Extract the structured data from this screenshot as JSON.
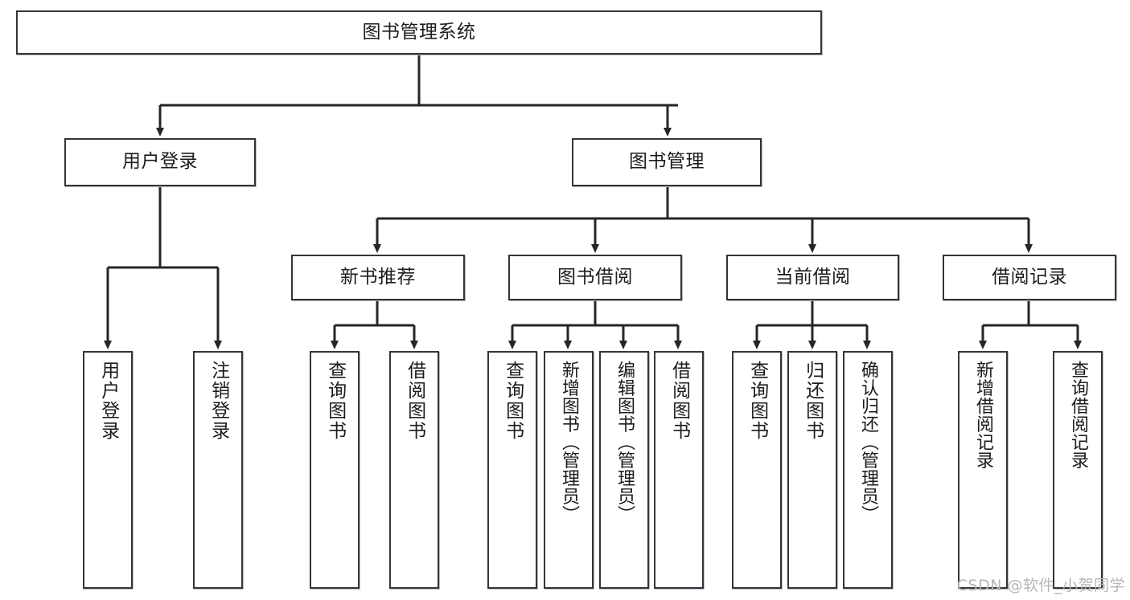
{
  "diagram": {
    "title": "图书管理系统",
    "type": "tree-hierarchy-chart",
    "root": {
      "label": "图书管理系统"
    },
    "level2": [
      {
        "label": "用户登录"
      },
      {
        "label": "图书管理"
      }
    ],
    "level3": [
      {
        "label": "新书推荐"
      },
      {
        "label": "图书借阅"
      },
      {
        "label": "当前借阅"
      },
      {
        "label": "借阅记录"
      }
    ],
    "leaves": {
      "user_login": [
        {
          "label": "用户登录"
        },
        {
          "label": "注销登录"
        }
      ],
      "new_book_recommend": [
        {
          "label": "查询图书"
        },
        {
          "label": "借阅图书"
        }
      ],
      "book_borrow": [
        {
          "label": "查询图书"
        },
        {
          "label": "新增图书（管理员）"
        },
        {
          "label": "编辑图书（管理员）"
        },
        {
          "label": "借阅图书"
        }
      ],
      "current_borrow": [
        {
          "label": "查询图书"
        },
        {
          "label": "归还图书"
        },
        {
          "label": "确认归还（管理员）"
        }
      ],
      "borrow_record": [
        {
          "label": "新增借阅记录"
        },
        {
          "label": "查询借阅记录"
        }
      ]
    }
  },
  "watermark": {
    "text": "CSDN @软件_小贺同学"
  },
  "colors": {
    "border": "#33353a",
    "background": "#ffffff",
    "text": "#1c1c1c",
    "watermark": "#b6b6b6",
    "connector": "#262626"
  }
}
